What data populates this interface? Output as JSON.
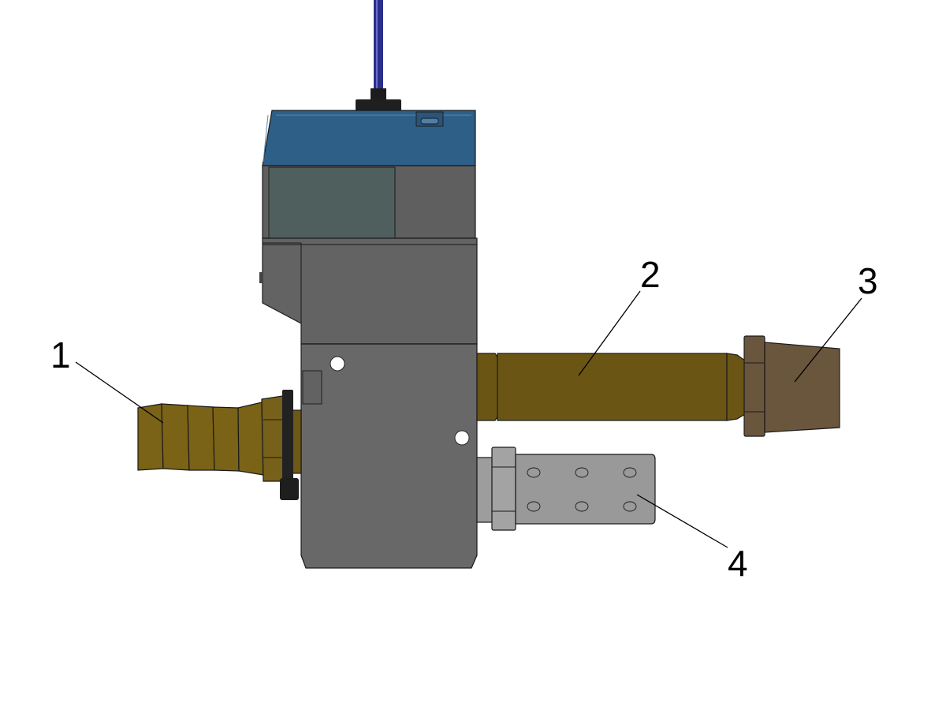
{
  "callouts": [
    {
      "id": "1",
      "label": "1"
    },
    {
      "id": "2",
      "label": "2"
    },
    {
      "id": "3",
      "label": "3"
    },
    {
      "id": "4",
      "label": "4"
    }
  ],
  "colors": {
    "cable": "#2b2f8c",
    "cover": "#2e5f86",
    "window": "#4e5f5e",
    "body": "#666666",
    "brass": "#6b5514",
    "brass_barb": "#7a6317",
    "cap": "#6a563d",
    "silencer": "#9a9a9a",
    "outline": "#1a1a1a"
  }
}
